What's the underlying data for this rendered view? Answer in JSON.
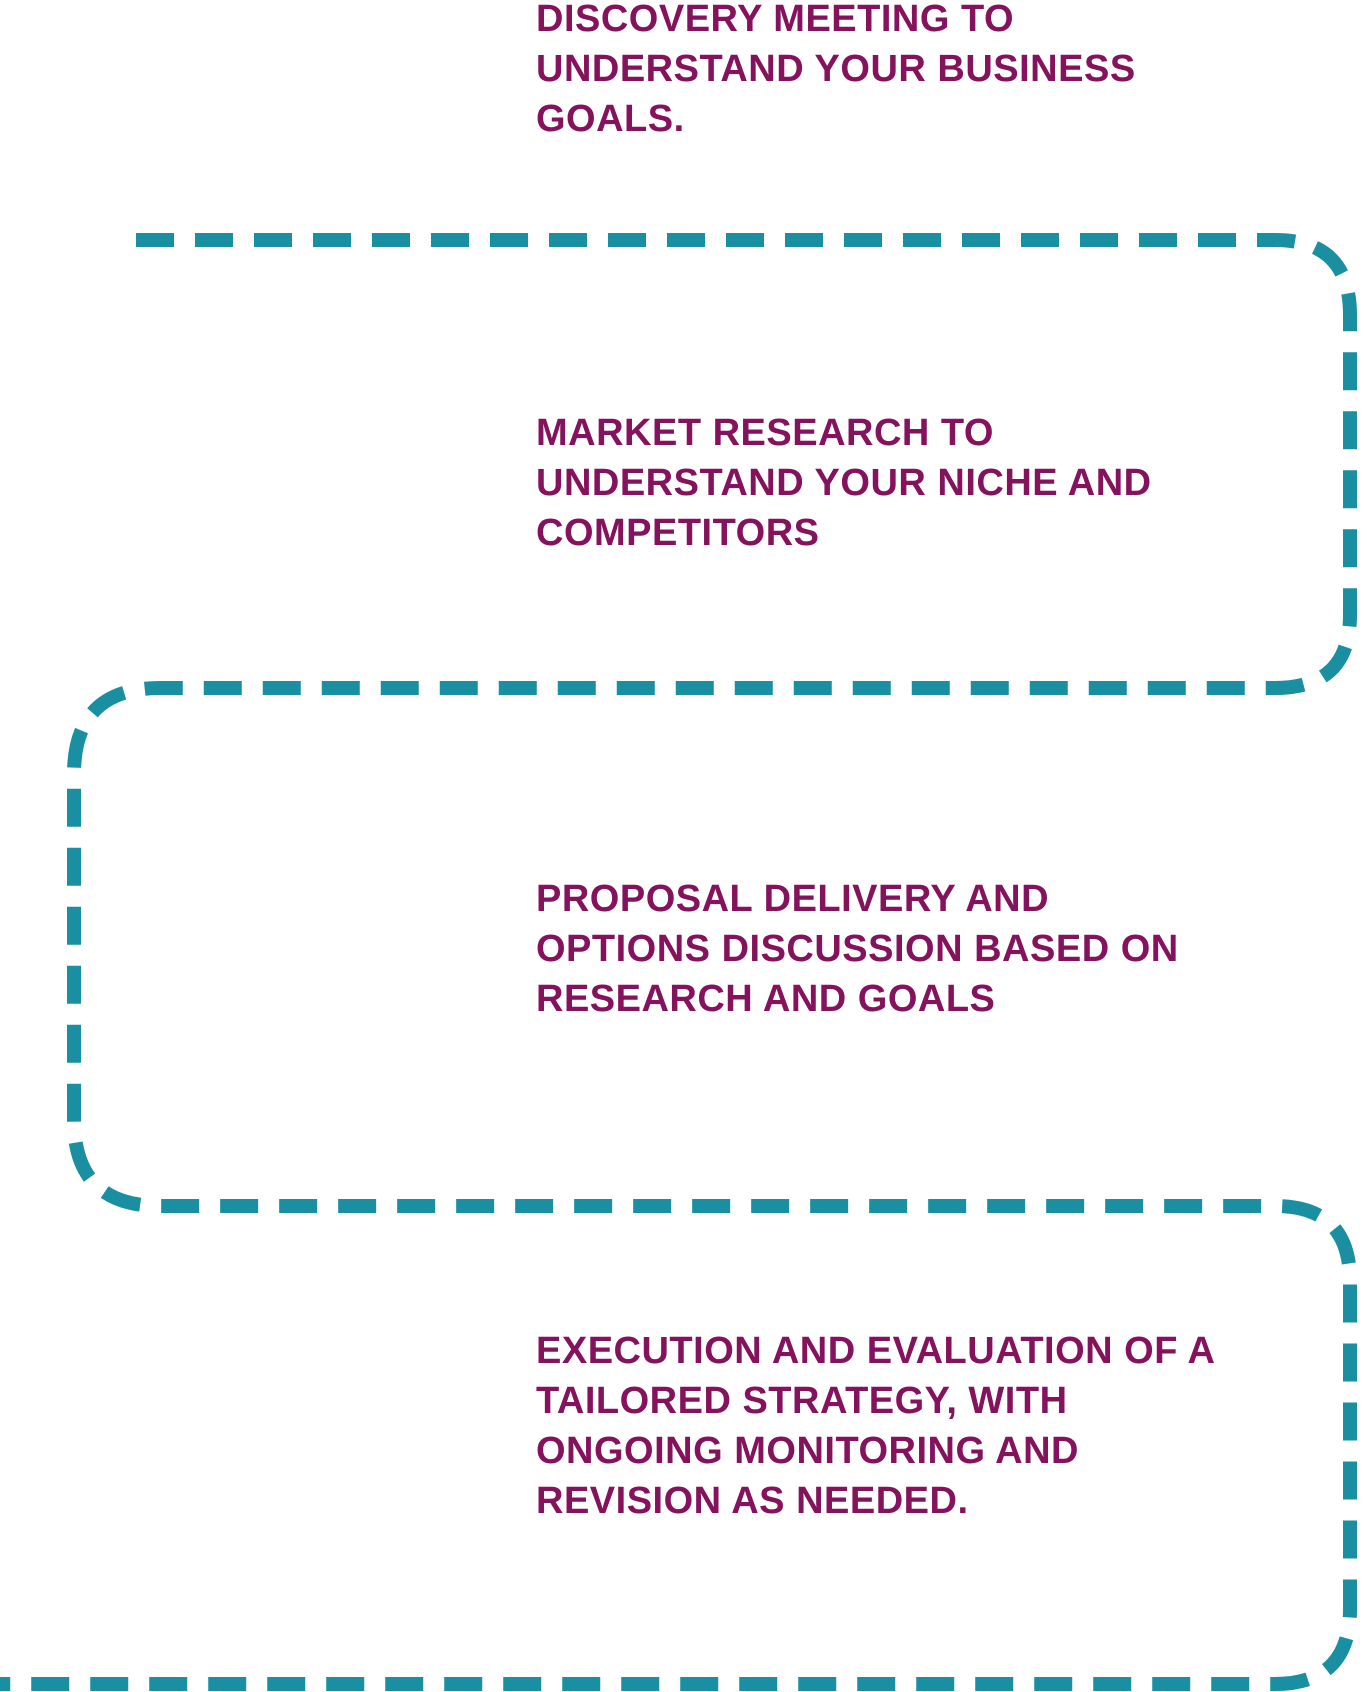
{
  "colors": {
    "path": "#1a8fa1",
    "text": "#85125c",
    "background": "#ffffff"
  },
  "steps": [
    {
      "text": "DISCOVERY MEETING TO\nUNDERSTAND YOUR BUSINESS\nGOALS."
    },
    {
      "text": "MARKET RESEARCH TO\nUNDERSTAND YOUR NICHE AND\nCOMPETITORS"
    },
    {
      "text": "PROPOSAL DELIVERY AND\nOPTIONS DISCUSSION BASED ON\nRESEARCH AND GOALS"
    },
    {
      "text": "EXECUTION AND EVALUATION OF A\nTAILORED STRATEGY, WITH\nONGOING MONITORING AND\nREVISION AS NEEDED."
    }
  ]
}
